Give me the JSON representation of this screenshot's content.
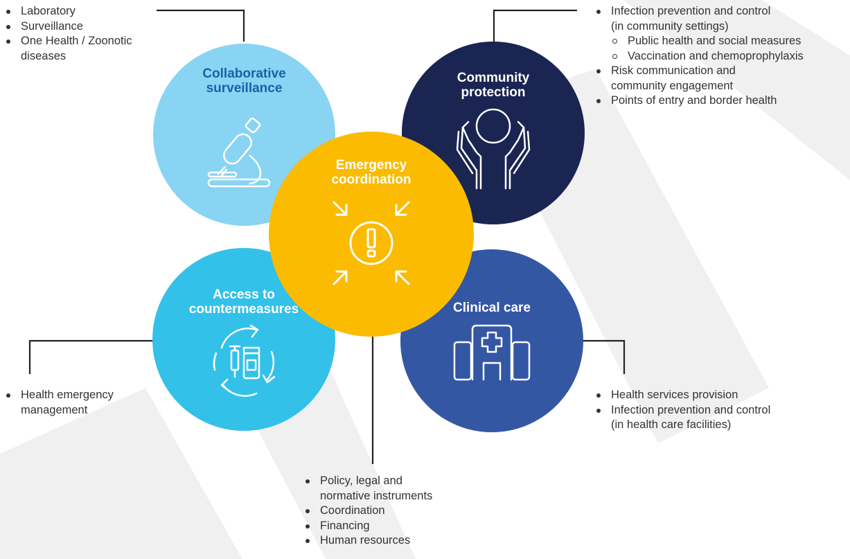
{
  "colors": {
    "surveillance": "#89d4f2",
    "surveillance_title": "#1b5fa8",
    "community": "#1b2552",
    "countermeasures": "#33c1ea",
    "clinical": "#3457a4",
    "emergency": "#fbbb00",
    "watermark": "#f0f0f0",
    "lines": "#222222"
  },
  "surveillance": {
    "title": "Collaborative\nsurveillance",
    "icon": "microscope-icon",
    "items": [
      {
        "text": "Laboratory",
        "level": 1
      },
      {
        "text": "Surveillance",
        "level": 1
      },
      {
        "text": "One Health / Zoonotic\ndiseases",
        "level": 1
      }
    ]
  },
  "community": {
    "title": "Community\nprotection",
    "icon": "protecting-hands-icon",
    "items": [
      {
        "text": "Infection prevention and control\n(in community settings)",
        "level": 1
      },
      {
        "text": "Public health and social measures",
        "level": 2
      },
      {
        "text": "Vaccination and chemoprophylaxis",
        "level": 2
      },
      {
        "text": "Risk communication and\ncommunity engagement",
        "level": 1
      },
      {
        "text": "Points of entry and border health",
        "level": 1
      }
    ]
  },
  "emergency": {
    "title": "Emergency\ncoordination",
    "icon": "alert-converging-arrows-icon",
    "items": [
      {
        "text": "Policy, legal and\nnormative instruments",
        "level": 1
      },
      {
        "text": "Coordination",
        "level": 1
      },
      {
        "text": "Financing",
        "level": 1
      },
      {
        "text": "Human resources",
        "level": 1
      }
    ]
  },
  "countermeasures": {
    "title": "Access to\ncountermeasures",
    "icon": "medicine-cycle-icon",
    "items": [
      {
        "text": "Health emergency\nmanagement",
        "level": 1
      }
    ]
  },
  "clinical": {
    "title": "Clinical care",
    "icon": "hospital-icon",
    "items": [
      {
        "text": "Health services provision",
        "level": 1
      },
      {
        "text": "Infection prevention and control\n(in health care facilities)",
        "level": 1
      }
    ]
  }
}
